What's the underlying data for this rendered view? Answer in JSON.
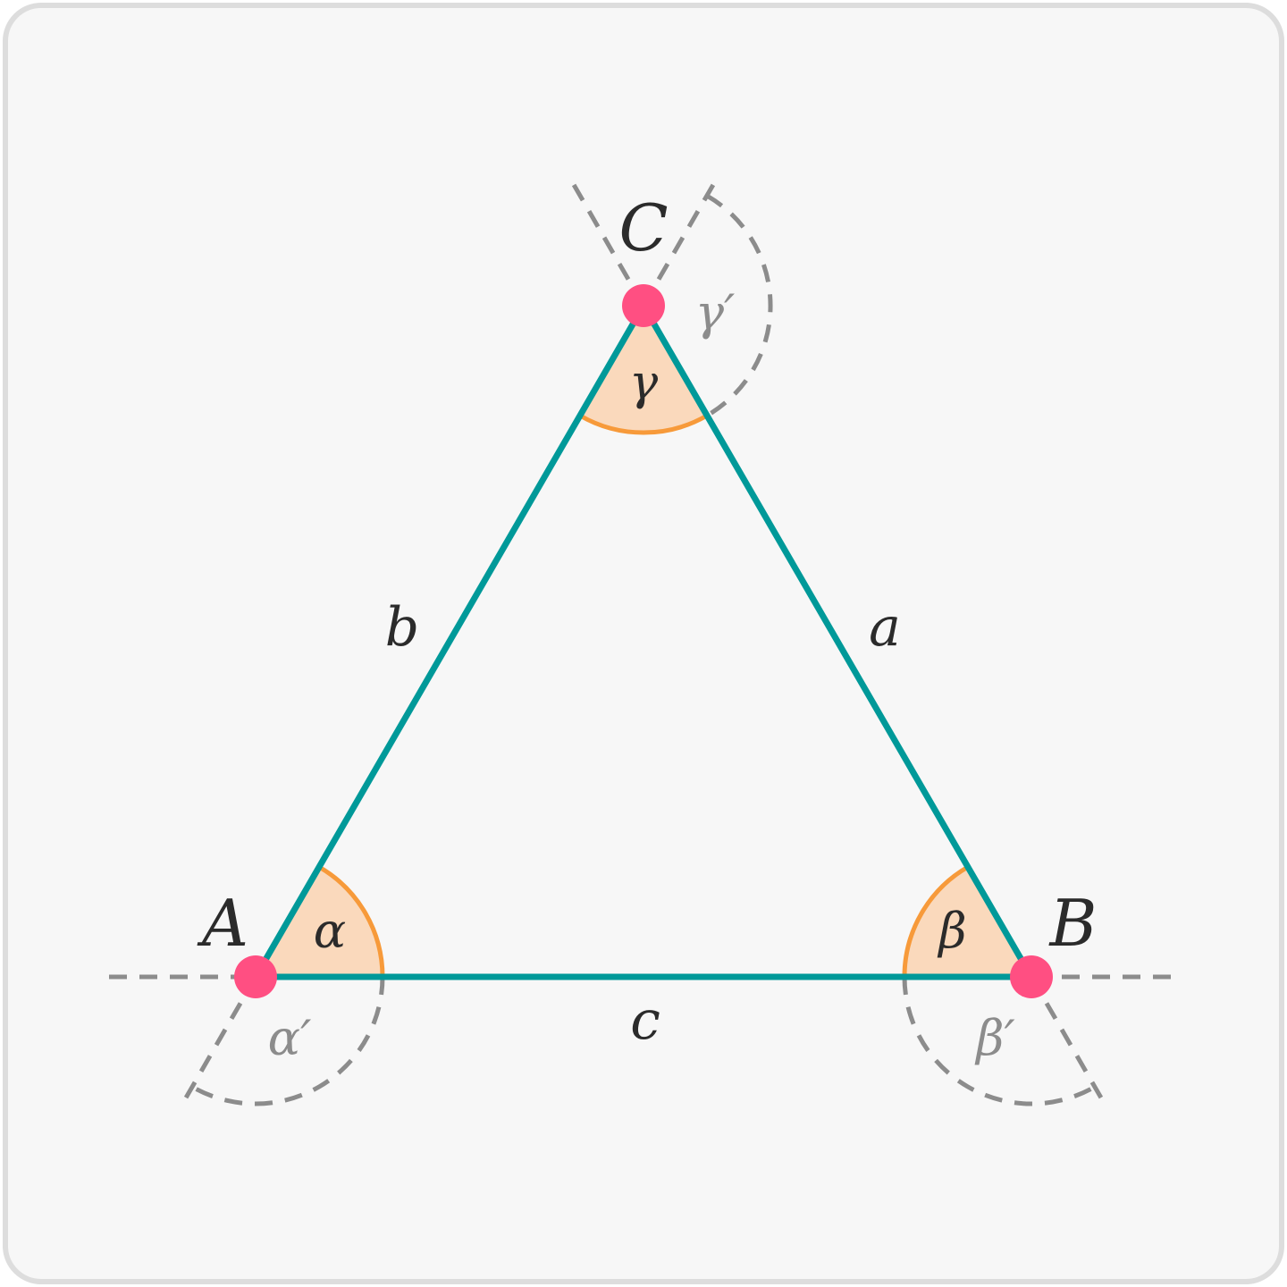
{
  "figure": {
    "vertices": {
      "A": "A",
      "B": "B",
      "C": "C"
    },
    "sides": {
      "a": "a",
      "b": "b",
      "c": "c"
    },
    "interior_angles": {
      "alpha": "α",
      "beta": "β",
      "gamma": "γ"
    },
    "exterior_angles": {
      "alpha_prime": "α′",
      "beta_prime": "β′",
      "gamma_prime": "γ′"
    }
  },
  "colors": {
    "background": "#f7f7f7",
    "border": "#dddddd",
    "triangle_edge": "#009999",
    "vertex_dot": "#ff4f82",
    "angle_fill": "#fad9bc",
    "angle_arc": "#f79a3a",
    "dashed": "#8c8c8c",
    "label": "#2b2b2b",
    "exterior_label": "#8c8c8c"
  }
}
